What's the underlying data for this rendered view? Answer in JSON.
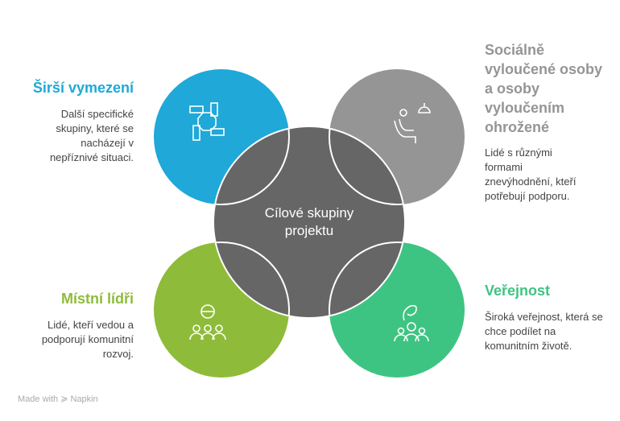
{
  "center": {
    "line1": "Cílové skupiny",
    "line2": "projektu",
    "color": "#666666"
  },
  "groups": [
    {
      "title": "Širší vymezení",
      "desc": "Další specifické skupiny, které se nacházejí v nepříznivé situaci.",
      "color": "#1fa8d8",
      "icon": "hands-circle-icon"
    },
    {
      "title": "Sociálně vyloučené osoby a osoby vyloučením ohrožené",
      "desc": "Lidé s různými formami znevýhodnění, kteří potřebují podporu.",
      "color": "#959595",
      "icon": "seated-person-bell-icon"
    },
    {
      "title": "Místní lídři",
      "desc": "Lidé, kteří vedou a podporují komunitní rozvoj.",
      "color": "#8fbb3a",
      "icon": "leader-group-icon"
    },
    {
      "title": "Veřejnost",
      "desc": "Široká veřejnost, která se chce podílet na komunitním životě.",
      "color": "#3ec482",
      "icon": "public-group-icon"
    }
  ],
  "footer": "Made with ≽ Napkin"
}
